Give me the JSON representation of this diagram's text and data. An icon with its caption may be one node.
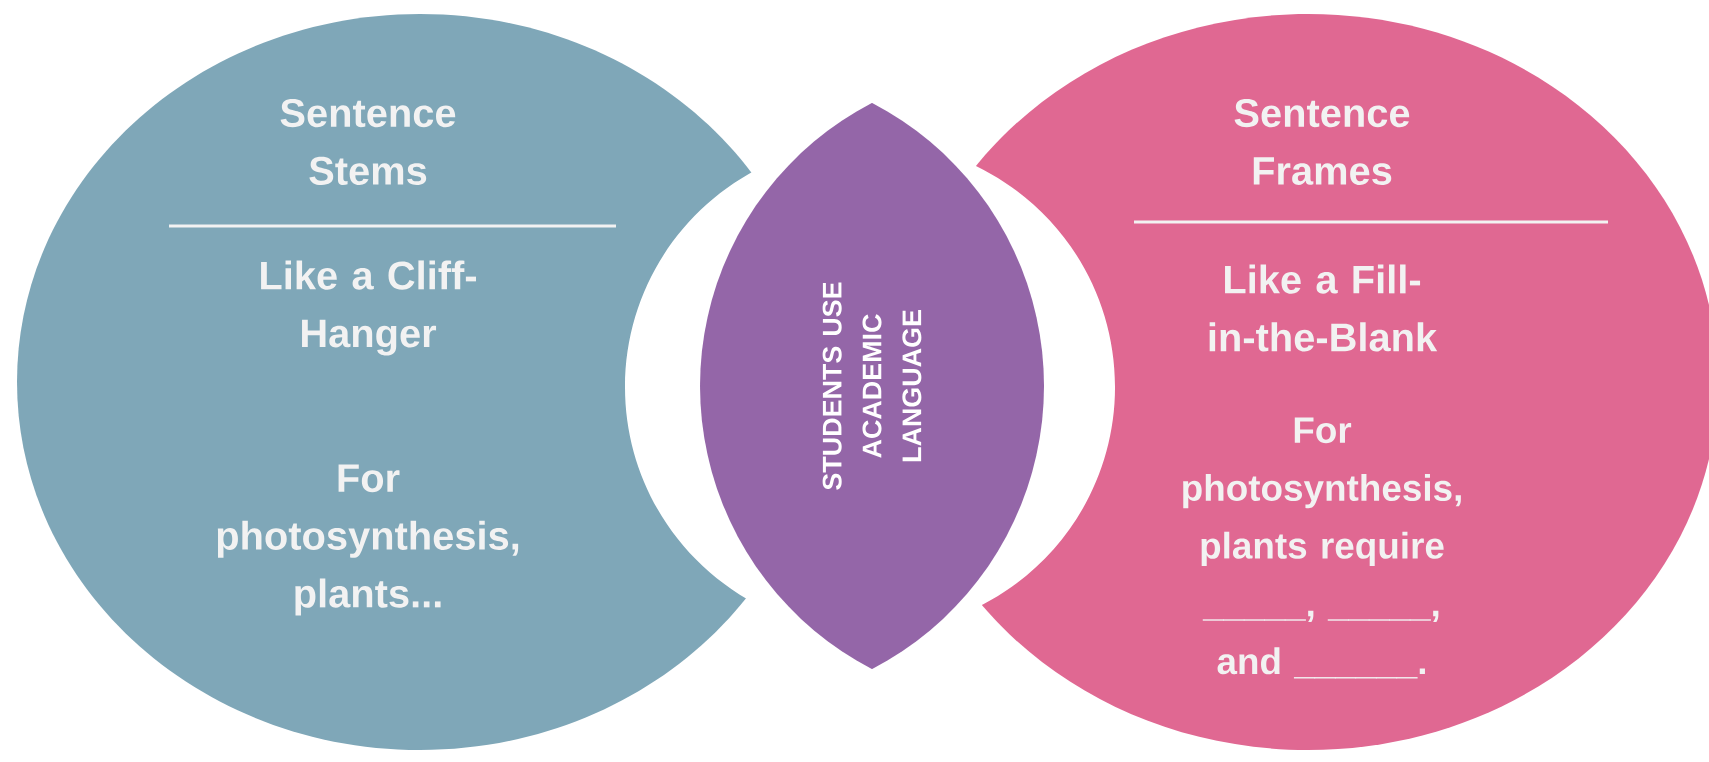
{
  "diagram": {
    "nodes": [
      {
        "text": [
          "Sentence Stems",
          "Like a Cliff-Hanger",
          "For photosynthesis, plants..."
        ]
      },
      {
        "text": [
          "STUDENTS USE ACADEMIC LANGUAGE"
        ]
      },
      {
        "text": [
          "Sentence Frames",
          "Like a Fill-in-the-Blank",
          "For photosynthesis, plants require _____, _____, and ______."
        ]
      }
    ],
    "edges": []
  }
}
